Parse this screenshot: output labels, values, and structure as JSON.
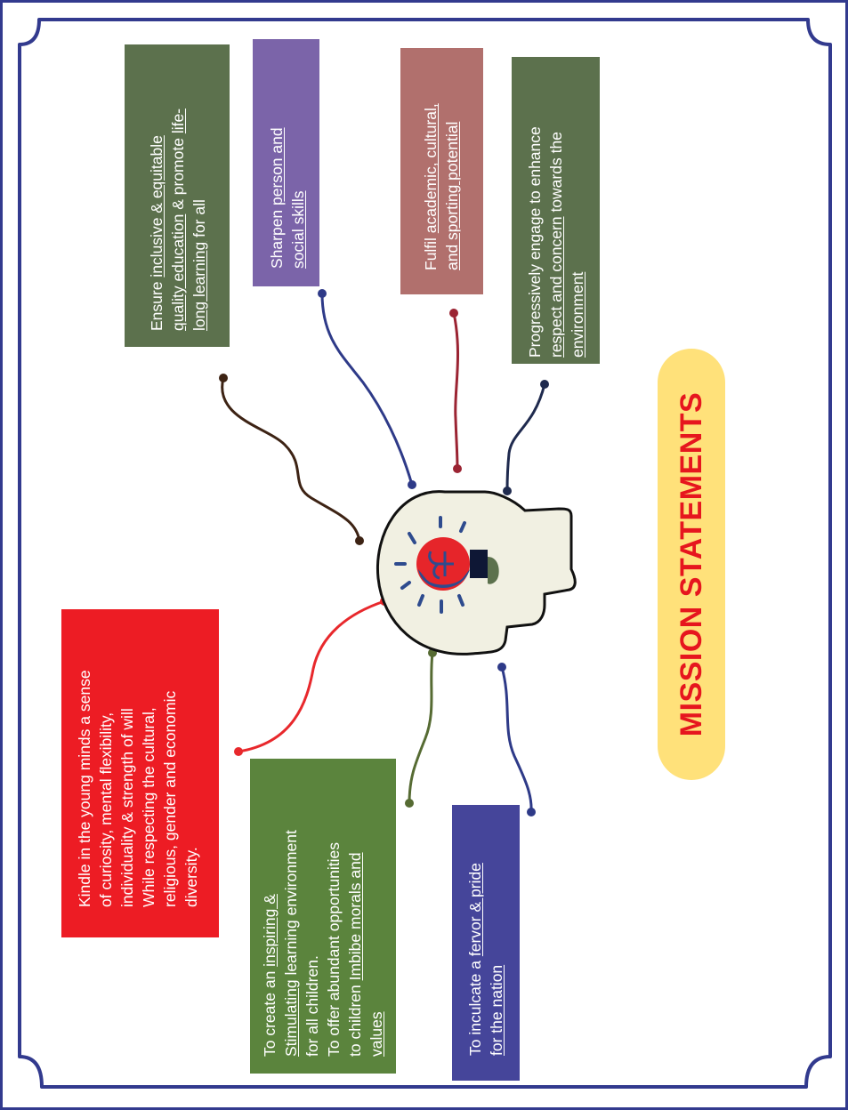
{
  "title": "MISSION STATEMENTS",
  "colors": {
    "border": "#323a8e",
    "title_pill": "#ffe17a",
    "title_text": "#e6161e",
    "box_green_dark": "#5c714d",
    "box_purple": "#7b64a9",
    "box_rose": "#b1706d",
    "box_red": "#ed1c24",
    "box_green": "#5b843d",
    "box_blue": "#45459a",
    "head_fill": "#f1f0e2",
    "bulb_red": "#e6252a",
    "bulb_blue": "#2e4b8e"
  },
  "icon": "head-with-lightbulb-icon",
  "statements": [
    {
      "id": "inclusive",
      "lines": [
        [
          {
            "t": "Ensure "
          },
          {
            "t": "inclusive & equitable",
            "u": true
          }
        ],
        [
          {
            "t": "quality education",
            "u": true
          },
          {
            "t": " & promote "
          },
          {
            "t": "life-",
            "u": true
          }
        ],
        [
          {
            "t": "long learning",
            "u": true
          },
          {
            "t": " for all"
          }
        ]
      ]
    },
    {
      "id": "skills",
      "lines": [
        [
          {
            "t": "Sharpen "
          },
          {
            "t": "person and",
            "u": true
          }
        ],
        [
          {
            "t": "social skills",
            "u": true
          }
        ]
      ]
    },
    {
      "id": "potential",
      "lines": [
        [
          {
            "t": "Fulfil "
          },
          {
            "t": "academic, cultural,",
            "u": true
          }
        ],
        [
          {
            "t": "and sporting potential",
            "u": true
          }
        ]
      ]
    },
    {
      "id": "environment",
      "lines": [
        [
          {
            "t": "Progressively engage to enhance"
          }
        ],
        [
          {
            "t": "respect and concern",
            "u": true
          },
          {
            "t": " towards the"
          }
        ],
        [
          {
            "t": "environment",
            "u": true
          }
        ]
      ]
    },
    {
      "id": "kindle",
      "lines": [
        [
          {
            "t": "Kindle in the young minds a sense"
          }
        ],
        [
          {
            "t": "of curiosity, mental flexibility,"
          }
        ],
        [
          {
            "t": "individuality & strength of will"
          }
        ],
        [
          {
            "t": "While respecting the cultural,"
          }
        ],
        [
          {
            "t": "religious, gender and economic"
          }
        ],
        [
          {
            "t": "diversity."
          }
        ]
      ]
    },
    {
      "id": "create",
      "lines": [
        [
          {
            "t": "To create an "
          },
          {
            "t": "inspiring &",
            "u": true
          }
        ],
        [
          {
            "t": "Stimulating",
            "u": true
          },
          {
            "t": " learning environment"
          }
        ],
        [
          {
            "t": "for all children."
          }
        ],
        [
          {
            "t": "To offer abundant opportunities"
          }
        ],
        [
          {
            "t": "to children "
          },
          {
            "t": "Imbibe morals and",
            "u": true
          }
        ],
        [
          {
            "t": "values",
            "u": true
          }
        ]
      ]
    },
    {
      "id": "nation",
      "lines": [
        [
          {
            "t": "To inculcate a "
          },
          {
            "t": "fervor & pride ",
            "u": true
          }
        ],
        [
          {
            "t": "for the nation",
            "u": true
          }
        ]
      ]
    }
  ]
}
